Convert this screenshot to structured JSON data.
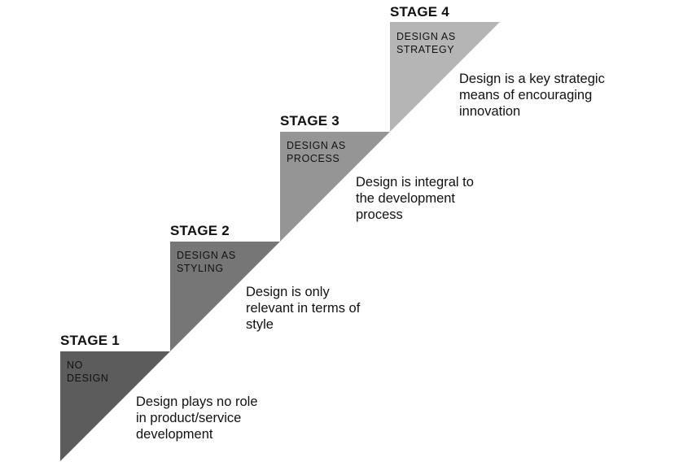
{
  "colors": {
    "background": "#ffffff",
    "text": "#111111",
    "stage1": "#5c5c5c",
    "stage2": "#767676",
    "stage3": "#959595",
    "stage4": "#b5b5b5"
  },
  "stages": [
    {
      "title": "STAGE 1",
      "name": "NO\nDESIGN",
      "description": "Design plays no role\nin product/service\ndevelopment"
    },
    {
      "title": "STAGE 2",
      "name": "DESIGN AS\nSTYLING",
      "description": "Design is only\nrelevant in terms of\nstyle"
    },
    {
      "title": "STAGE 3",
      "name": "DESIGN AS\nPROCESS",
      "description": "Design is integral to\nthe development\nprocess"
    },
    {
      "title": "STAGE 4",
      "name": "DESIGN AS\nSTRATEGY",
      "description": "Design is a key strategic\nmeans of encouraging\ninnovation"
    }
  ]
}
